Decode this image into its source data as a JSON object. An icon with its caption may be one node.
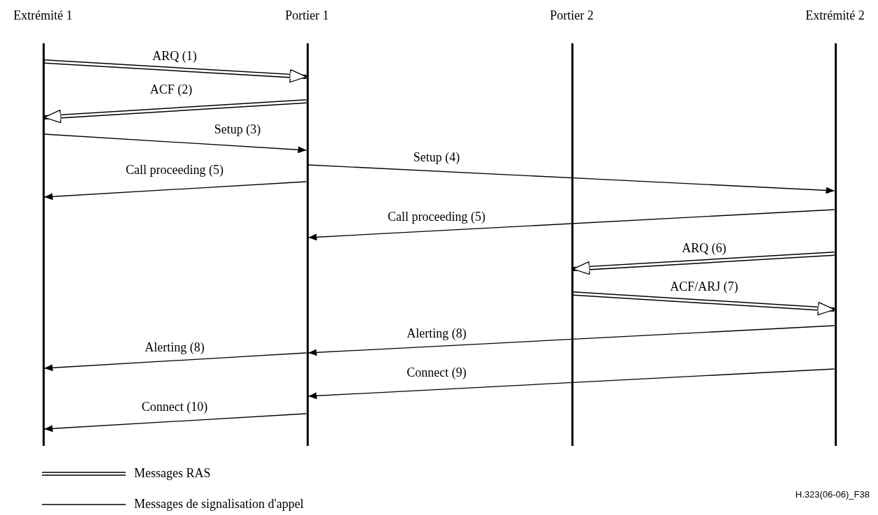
{
  "diagram": {
    "nodes": [
      {
        "text": [
          "Extrémité 1"
        ]
      },
      {
        "text": [
          "Portier 1"
        ]
      },
      {
        "text": [
          "Portier 2"
        ]
      },
      {
        "text": [
          "Extrémité 2"
        ]
      }
    ],
    "edges": [
      {
        "from": 0,
        "to": 1,
        "arrow": "to",
        "label": "ARQ (1)",
        "style": "thick"
      },
      {
        "from": 1,
        "to": 0,
        "arrow": "to",
        "label": "ACF (2)",
        "style": "thick"
      },
      {
        "from": 0,
        "to": 1,
        "arrow": "to",
        "label": "Setup (3)"
      },
      {
        "from": 1,
        "to": 3,
        "arrow": "to",
        "label": "Setup (4)"
      },
      {
        "from": 1,
        "to": 0,
        "arrow": "to",
        "label": "Call proceeding (5)"
      },
      {
        "from": 3,
        "to": 1,
        "arrow": "to",
        "label": "Call proceeding (5)"
      },
      {
        "from": 3,
        "to": 2,
        "arrow": "to",
        "label": "ARQ (6)",
        "style": "thick"
      },
      {
        "from": 2,
        "to": 3,
        "arrow": "to",
        "label": "ACF/ARJ (7)",
        "style": "thick"
      },
      {
        "from": 3,
        "to": 1,
        "arrow": "to",
        "label": "Alerting (8)"
      },
      {
        "from": 1,
        "to": 0,
        "arrow": "to",
        "label": "Alerting (8)"
      },
      {
        "from": 3,
        "to": 1,
        "arrow": "to",
        "label": "Connect (9)"
      },
      {
        "from": 1,
        "to": 0,
        "arrow": "to",
        "label": "Connect (10)"
      }
    ],
    "labels": [
      "H.323(06-06)_F38"
    ],
    "legend": [
      {
        "text": "Messages RAS"
      },
      {
        "text": "Messages de signalisation d'appel"
      }
    ]
  }
}
